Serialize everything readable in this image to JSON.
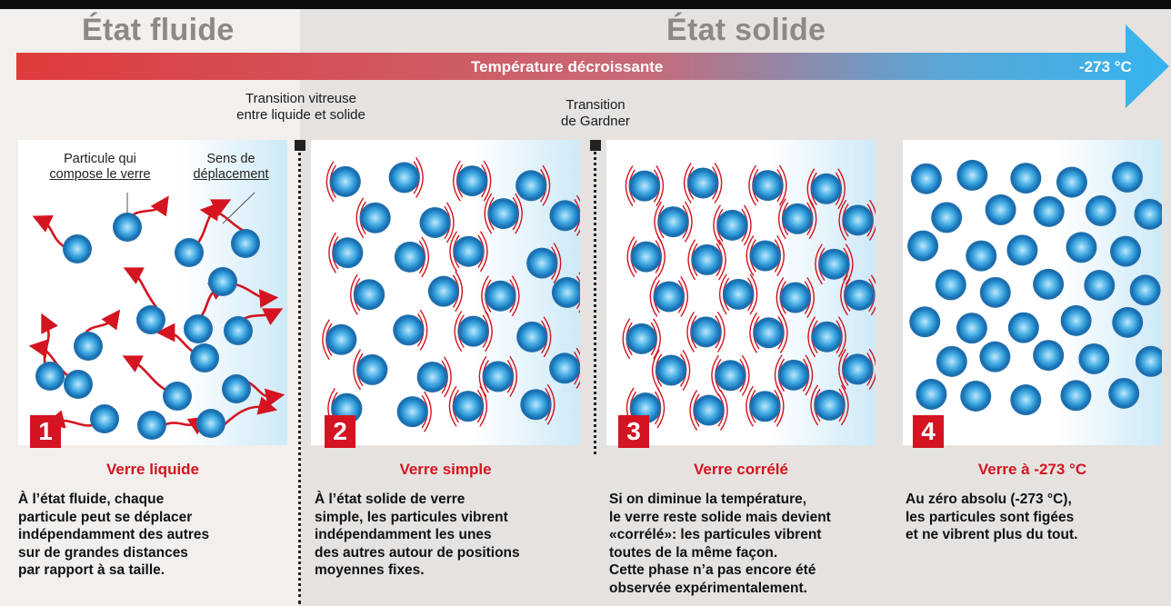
{
  "header": {
    "fluid_title": "État fluide",
    "solid_title": "État solide",
    "arrow_label": "Température décroissante",
    "arrow_end": "-273 °C"
  },
  "colors": {
    "accent_red": "#d41420",
    "arrow_start": "#e03a3a",
    "arrow_end": "#3ab0ea",
    "particle": "#2a8fd0"
  },
  "transitions": {
    "glass": {
      "line1": "Transition vitreuse",
      "line2": "entre liquide et solide"
    },
    "gardner": {
      "line1": "Transition",
      "line2": "de Gardner"
    }
  },
  "annotations": {
    "particle_line1": "Particule qui",
    "particle_line2": "compose le verre",
    "direction_line1": "Sens de",
    "direction_line2": "déplacement"
  },
  "panels": [
    {
      "number": "1",
      "title": "Verre liquide",
      "desc": [
        "À l’état fluide, chaque",
        "particule peut se déplacer",
        "indépendamment des autres",
        "sur de grandes distances",
        "par rapport à sa taille."
      ]
    },
    {
      "number": "2",
      "title": "Verre simple",
      "desc": [
        "À l’état solide de verre",
        "simple, les particules vibrent",
        "indépendamment les unes",
        "des autres autour de positions",
        "moyennes fixes."
      ]
    },
    {
      "number": "3",
      "title": "Verre corrélé",
      "desc": [
        "Si on diminue la température,",
        "le verre reste solide mais devient",
        "«corrélé»: les particules vibrent",
        "toutes de la même façon.",
        "Cette phase n’a pas encore été",
        "observée expérimentalement."
      ]
    },
    {
      "number": "4",
      "title": "Verre à -273 °C",
      "desc": [
        "Au zéro absolu (-273 °C),",
        "les particules sont figées",
        "et ne vibrent plus du tout."
      ]
    }
  ]
}
